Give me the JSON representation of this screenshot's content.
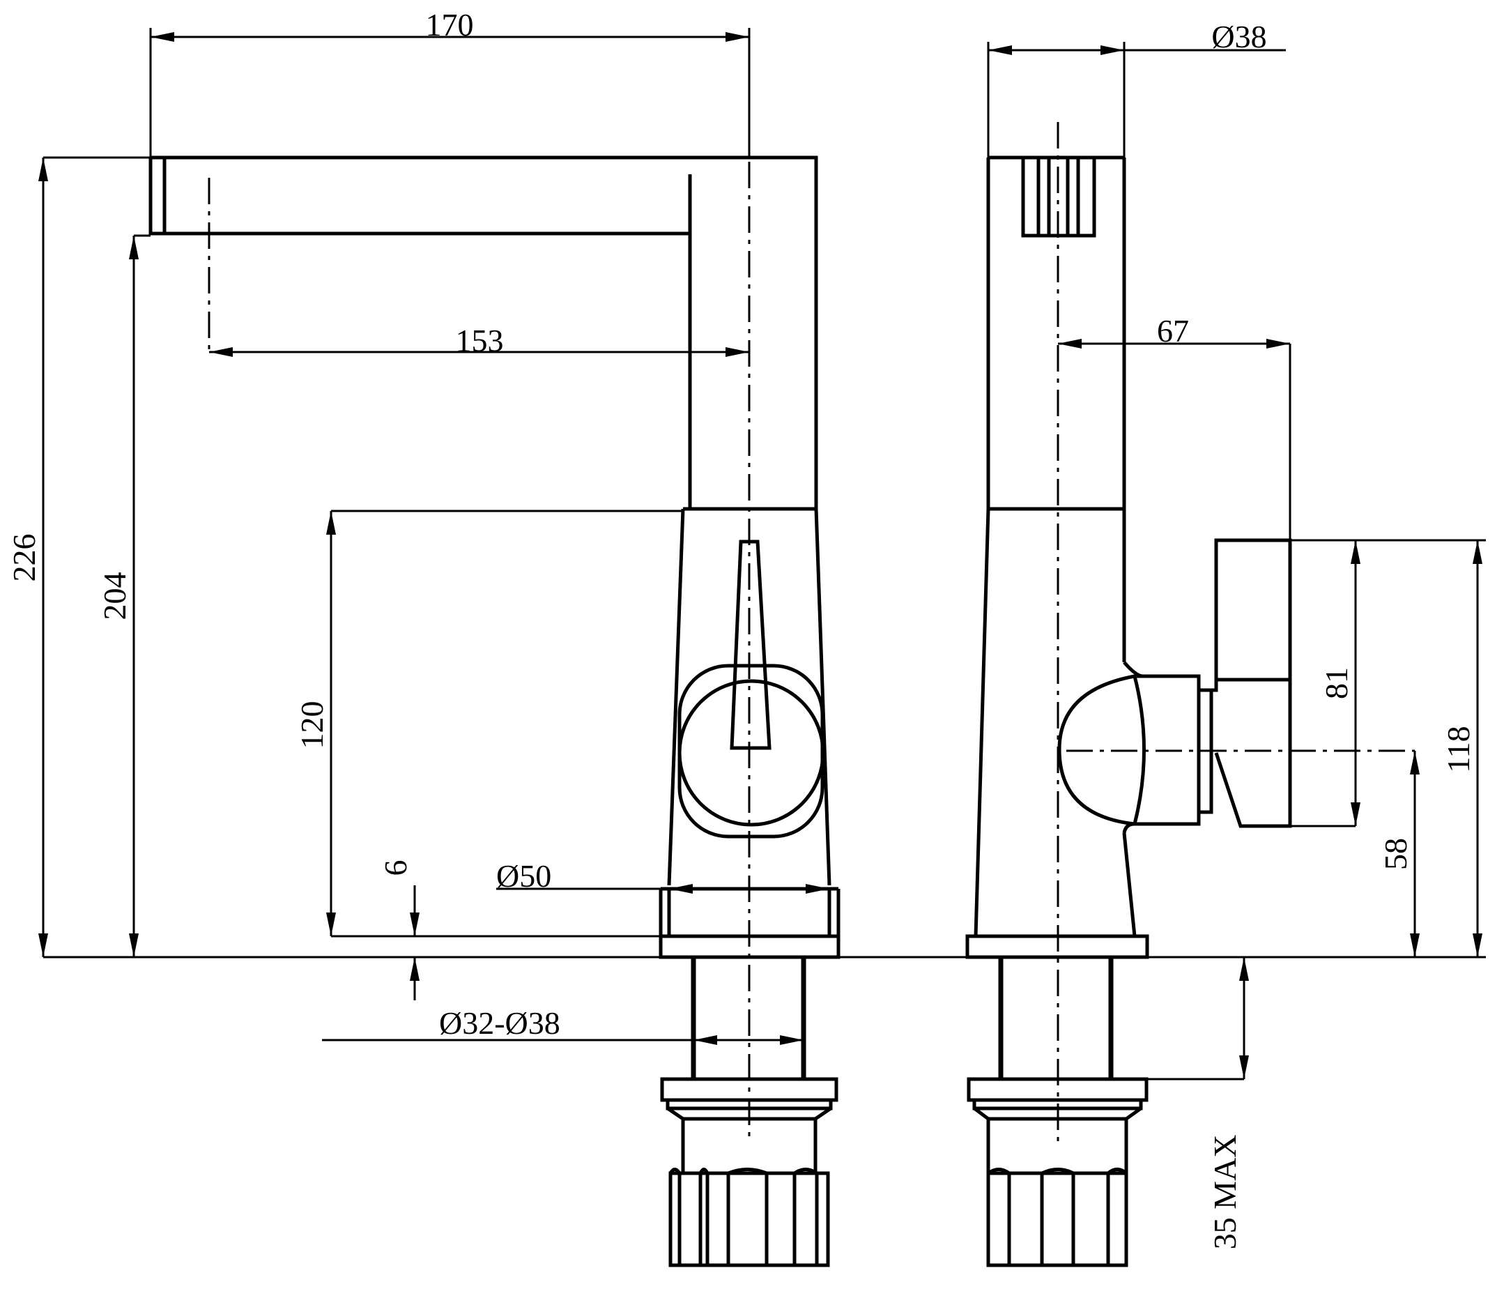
{
  "labels": {
    "spout_width": "170",
    "spout_reach": "153",
    "total_height": "226",
    "spout_height": "204",
    "lever_height": "120",
    "base_step": "6",
    "base_dia": "Ø50",
    "shank_dia": "Ø32-Ø38",
    "body_dia": "Ø38",
    "handle_offset": "67",
    "handle_height": "81",
    "handle_top": "118",
    "handle_axis": "58",
    "max_thickness": "35 MAX"
  }
}
